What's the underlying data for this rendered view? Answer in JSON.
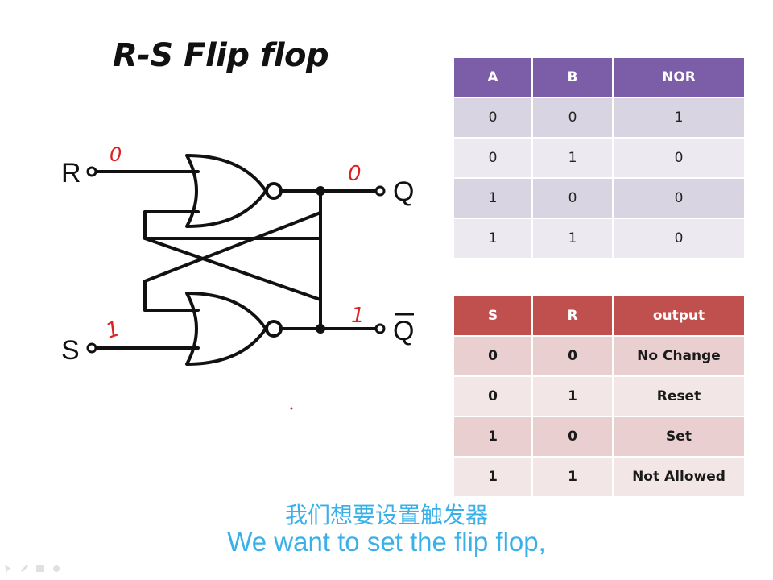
{
  "title": "R-S Flip flop",
  "circuit": {
    "labels": {
      "r": "R",
      "s": "S",
      "q": "Q",
      "q_bar": "Q"
    },
    "annotations": {
      "r_value": "0",
      "s_value": "1",
      "q_value": "0",
      "q_bar_value": "1"
    },
    "annotation_color": "#e02020"
  },
  "nor_table": {
    "headers": [
      "A",
      "B",
      "NOR"
    ],
    "rows": [
      [
        "0",
        "0",
        "1"
      ],
      [
        "0",
        "1",
        "0"
      ],
      [
        "1",
        "0",
        "0"
      ],
      [
        "1",
        "1",
        "0"
      ]
    ],
    "header_color": "#7b5ea7"
  },
  "sr_table": {
    "headers": [
      "S",
      "R",
      "output"
    ],
    "rows": [
      [
        "0",
        "0",
        "No Change"
      ],
      [
        "0",
        "1",
        "Reset"
      ],
      [
        "1",
        "0",
        "Set"
      ],
      [
        "1",
        "1",
        "Not Allowed"
      ]
    ],
    "header_color": "#c0504d"
  },
  "subtitles": {
    "chinese": "我们想要设置触发器",
    "english": "We want to set the flip flop,"
  },
  "subtitle_color": "#3ab0e8",
  "toolbar_icons": [
    "pointer-icon",
    "pen-icon",
    "slides-icon",
    "options-icon"
  ]
}
